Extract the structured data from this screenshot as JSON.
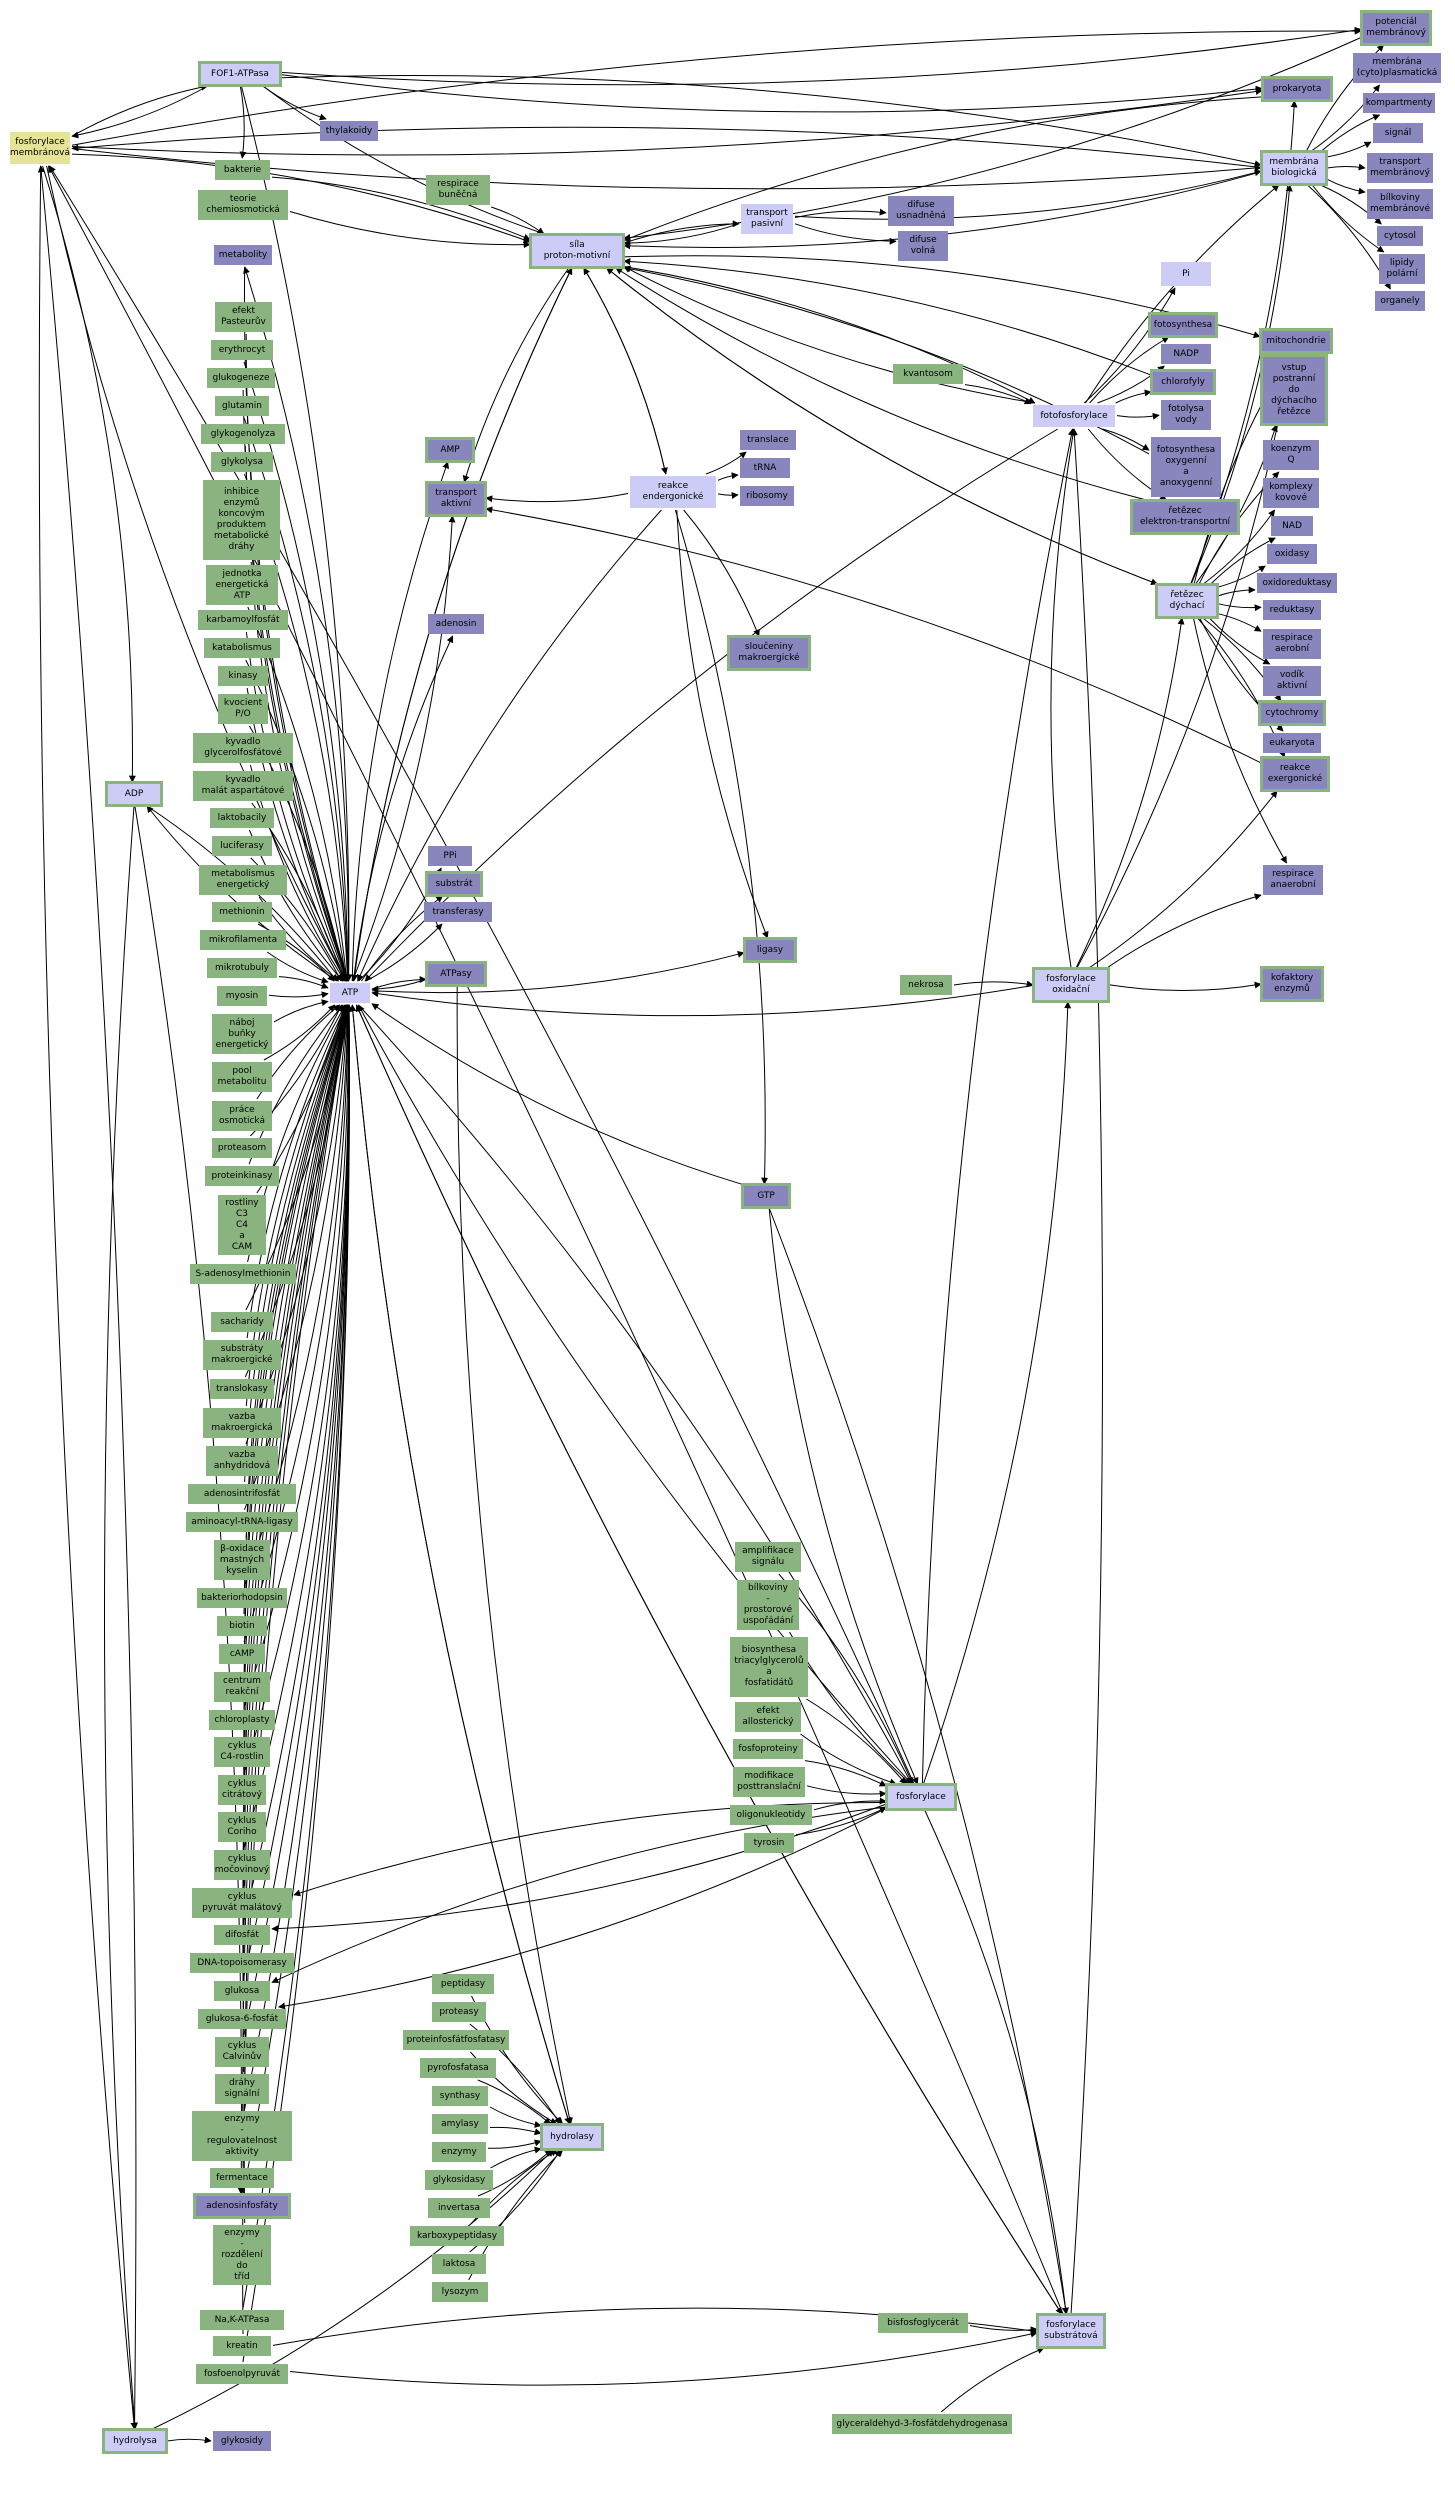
{
  "colors": {
    "green_fill": "#8ab47f",
    "purple_fill": "#8886bd",
    "lavender_fill": "#ccccf7",
    "yellow_fill": "#e4e398",
    "edge": "#000000"
  },
  "nodes": [
    {
      "id": "fm",
      "label": "fosforylace\nmembránová",
      "cls": "y"
    },
    {
      "id": "fof",
      "label": "FOF1-ATPasa",
      "cls": "l br"
    },
    {
      "id": "thy",
      "label": "thylakoidy",
      "cls": "p"
    },
    {
      "id": "bak",
      "label": "bakterie",
      "cls": "g"
    },
    {
      "id": "tch",
      "label": "teorie\nchemiosmotická",
      "cls": "g"
    },
    {
      "id": "met",
      "label": "metabolity",
      "cls": "p"
    },
    {
      "id": "efp",
      "label": "efekt\nPasteurův",
      "cls": "g"
    },
    {
      "id": "ery",
      "label": "erythrocyt",
      "cls": "g"
    },
    {
      "id": "glk",
      "label": "glukogeneze",
      "cls": "g"
    },
    {
      "id": "glu",
      "label": "glutamin",
      "cls": "g"
    },
    {
      "id": "gly",
      "label": "glykogenolyza",
      "cls": "g"
    },
    {
      "id": "gls",
      "label": "glykolysa",
      "cls": "g"
    },
    {
      "id": "inh",
      "label": "inhibice\nenzymů\nkoncovým\nproduktem\nmetabolické\ndráhy",
      "cls": "g"
    },
    {
      "id": "jen",
      "label": "jednotka\nenergetická\nATP",
      "cls": "g"
    },
    {
      "id": "kar",
      "label": "karbamoylfosfát",
      "cls": "g"
    },
    {
      "id": "kat",
      "label": "katabolismus",
      "cls": "g"
    },
    {
      "id": "kin",
      "label": "kinasy",
      "cls": "g"
    },
    {
      "id": "kvo",
      "label": "kvocient\nP/O",
      "cls": "g"
    },
    {
      "id": "kvg",
      "label": "kyvadlo\nglycerolfosfátové",
      "cls": "g"
    },
    {
      "id": "kvm",
      "label": "kyvadlo\nmalát aspartátové",
      "cls": "g"
    },
    {
      "id": "adp",
      "label": "ADP",
      "cls": "l br"
    },
    {
      "id": "lak",
      "label": "laktobacily",
      "cls": "g"
    },
    {
      "id": "luc",
      "label": "luciferasy",
      "cls": "g"
    },
    {
      "id": "mte",
      "label": "metabolismus\nenergetický",
      "cls": "g"
    },
    {
      "id": "mth",
      "label": "methionin",
      "cls": "g"
    },
    {
      "id": "mfl",
      "label": "mikrofilamenta",
      "cls": "g"
    },
    {
      "id": "mtu",
      "label": "mikrotubuly",
      "cls": "g"
    },
    {
      "id": "myo",
      "label": "myosin",
      "cls": "g"
    },
    {
      "id": "nab",
      "label": "náboj\nbuňky\nenergetický",
      "cls": "g"
    },
    {
      "id": "poo",
      "label": "pool\nmetabolitu",
      "cls": "g"
    },
    {
      "id": "pra",
      "label": "práce\nosmotická",
      "cls": "g"
    },
    {
      "id": "prs",
      "label": "proteasom",
      "cls": "g"
    },
    {
      "id": "prk",
      "label": "proteinkinasy",
      "cls": "g"
    },
    {
      "id": "ros",
      "label": "rostliny\nC3\nC4\na\nCAM",
      "cls": "g"
    },
    {
      "id": "sam",
      "label": "S-adenosylmethionin",
      "cls": "g"
    },
    {
      "id": "sac",
      "label": "sacharidy",
      "cls": "g"
    },
    {
      "id": "sub",
      "label": "substráty\nmakroergické",
      "cls": "g"
    },
    {
      "id": "trl",
      "label": "translokasy",
      "cls": "g"
    },
    {
      "id": "vzm",
      "label": "vazba\nmakroergická",
      "cls": "g"
    },
    {
      "id": "vza",
      "label": "vazba\nanhydridová",
      "cls": "g"
    },
    {
      "id": "atf",
      "label": "adenosintrifosfát",
      "cls": "g"
    },
    {
      "id": "aat",
      "label": "aminoacyl-tRNA-ligasy",
      "cls": "g"
    },
    {
      "id": "box",
      "label": "β-oxidace\nmastných\nkyselin",
      "cls": "g"
    },
    {
      "id": "brh",
      "label": "bakteriorhodopsin",
      "cls": "g"
    },
    {
      "id": "bio",
      "label": "biotin",
      "cls": "g"
    },
    {
      "id": "cmp",
      "label": "cAMP",
      "cls": "g"
    },
    {
      "id": "cen",
      "label": "centrum\nreakční",
      "cls": "g"
    },
    {
      "id": "chl",
      "label": "chloroplasty",
      "cls": "g"
    },
    {
      "id": "c4r",
      "label": "cyklus\nC4-rostlin",
      "cls": "g"
    },
    {
      "id": "cit",
      "label": "cyklus\ncitrátový",
      "cls": "g"
    },
    {
      "id": "cor",
      "label": "cyklus\nCoriho",
      "cls": "g"
    },
    {
      "id": "moc",
      "label": "cyklus\nmočovinový",
      "cls": "g"
    },
    {
      "id": "pyr",
      "label": "cyklus\npyruvát malátový",
      "cls": "g"
    },
    {
      "id": "dif",
      "label": "difosfát",
      "cls": "g"
    },
    {
      "id": "dna",
      "label": "DNA-topoisomerasy",
      "cls": "g"
    },
    {
      "id": "glc",
      "label": "glukosa",
      "cls": "g"
    },
    {
      "id": "g6p",
      "label": "glukosa-6-fosfát",
      "cls": "g"
    },
    {
      "id": "cal",
      "label": "cyklus\nCalvinův",
      "cls": "g"
    },
    {
      "id": "dra",
      "label": "dráhy\nsignální",
      "cls": "g"
    },
    {
      "id": "enr",
      "label": "enzymy\n-\nregulovatelnost\naktivity",
      "cls": "g"
    },
    {
      "id": "fer",
      "label": "fermentace",
      "cls": "g"
    },
    {
      "id": "adf",
      "label": "adenosinfosfáty",
      "cls": "p br"
    },
    {
      "id": "enz",
      "label": "enzymy\n-\nrozdělení\ndo\ntříd",
      "cls": "g"
    },
    {
      "id": "nak",
      "label": "Na,K-ATPasa",
      "cls": "g"
    },
    {
      "id": "kre",
      "label": "kreatin",
      "cls": "g"
    },
    {
      "id": "fep",
      "label": "fosfoenolpyruvát",
      "cls": "g"
    },
    {
      "id": "hyl",
      "label": "hydrolysa",
      "cls": "l br"
    },
    {
      "id": "glo",
      "label": "glykosidy",
      "cls": "p"
    },
    {
      "id": "res",
      "label": "respirace\nbuněčná",
      "cls": "g"
    },
    {
      "id": "sil",
      "label": "síla\nproton-motivní",
      "cls": "l br"
    },
    {
      "id": "amp",
      "label": "AMP",
      "cls": "p br"
    },
    {
      "id": "tra",
      "label": "transport\naktivní",
      "cls": "p br"
    },
    {
      "id": "ade",
      "label": "adenosin",
      "cls": "p"
    },
    {
      "id": "ppi",
      "label": "PPi",
      "cls": "p"
    },
    {
      "id": "sbr",
      "label": "substrát",
      "cls": "p br"
    },
    {
      "id": "trf",
      "label": "transferasy",
      "cls": "p"
    },
    {
      "id": "atp",
      "label": "ATP",
      "cls": "l"
    },
    {
      "id": "atpa",
      "label": "ATPasy",
      "cls": "p br"
    },
    {
      "id": "ren",
      "label": "reakce\nendergonické",
      "cls": "l"
    },
    {
      "id": "tpa",
      "label": "transport\npasivní",
      "cls": "l"
    },
    {
      "id": "dfu",
      "label": "difuse\nusnadněná",
      "cls": "p"
    },
    {
      "id": "dfv",
      "label": "difuse\nvolná",
      "cls": "p"
    },
    {
      "id": "trn",
      "label": "translace",
      "cls": "p"
    },
    {
      "id": "trna",
      "label": "tRNA",
      "cls": "p"
    },
    {
      "id": "rib",
      "label": "ribosomy",
      "cls": "p"
    },
    {
      "id": "slm",
      "label": "sloučeniny\nmakroergické",
      "cls": "p br"
    },
    {
      "id": "lig",
      "label": "ligasy",
      "cls": "p br"
    },
    {
      "id": "gtp",
      "label": "GTP",
      "cls": "p br"
    },
    {
      "id": "kva",
      "label": "kvantosom",
      "cls": "g"
    },
    {
      "id": "nek",
      "label": "nekrosa",
      "cls": "g"
    },
    {
      "id": "pi",
      "label": "Pi",
      "cls": "l"
    },
    {
      "id": "fot",
      "label": "fotosynthesa",
      "cls": "p br"
    },
    {
      "id": "nadp",
      "label": "NADP",
      "cls": "p"
    },
    {
      "id": "chy",
      "label": "chlorofyly",
      "cls": "p br"
    },
    {
      "id": "fff",
      "label": "fotofosforylace",
      "cls": "l"
    },
    {
      "id": "fvo",
      "label": "fotolysa\nvody",
      "cls": "p"
    },
    {
      "id": "fox",
      "label": "fotosynthesa\noxygenní\na\nanoxygenní",
      "cls": "p"
    },
    {
      "id": "ret",
      "label": "řetězec\nelektron-transportní",
      "cls": "p br"
    },
    {
      "id": "pro",
      "label": "prokaryota",
      "cls": "p br"
    },
    {
      "id": "mbi",
      "label": "membrána\nbiologická",
      "cls": "l br"
    },
    {
      "id": "mit",
      "label": "mitochondrie",
      "cls": "p br"
    },
    {
      "id": "vst",
      "label": "vstup\npostranní\ndo\ndýchacího\nřetězce",
      "cls": "p br"
    },
    {
      "id": "rdy",
      "label": "řetězec\ndýchací",
      "cls": "l br"
    },
    {
      "id": "pot",
      "label": "potenciál\nmembránový",
      "cls": "p br"
    },
    {
      "id": "mcy",
      "label": "membrána\n(cyto)plasmatická",
      "cls": "p"
    },
    {
      "id": "kom",
      "label": "kompartmenty",
      "cls": "p"
    },
    {
      "id": "sig",
      "label": "signál",
      "cls": "p"
    },
    {
      "id": "tmb",
      "label": "transport\nmembránový",
      "cls": "p"
    },
    {
      "id": "bil",
      "label": "bílkoviny\nmembránové",
      "cls": "p"
    },
    {
      "id": "cyt",
      "label": "cytosol",
      "cls": "p"
    },
    {
      "id": "lip",
      "label": "lipidy\npolární",
      "cls": "p"
    },
    {
      "id": "org",
      "label": "organely",
      "cls": "p"
    },
    {
      "id": "koq",
      "label": "koenzym\nQ",
      "cls": "p"
    },
    {
      "id": "kkv",
      "label": "komplexy\nkovové",
      "cls": "p"
    },
    {
      "id": "nad",
      "label": "NAD",
      "cls": "p"
    },
    {
      "id": "oxi",
      "label": "oxidasy",
      "cls": "p"
    },
    {
      "id": "oxr",
      "label": "oxidoreduktasy",
      "cls": "p"
    },
    {
      "id": "red",
      "label": "reduktasy",
      "cls": "p"
    },
    {
      "id": "rae",
      "label": "respirace\naerobní",
      "cls": "p"
    },
    {
      "id": "vod",
      "label": "vodík\naktivní",
      "cls": "p"
    },
    {
      "id": "cyc",
      "label": "cytochromy",
      "cls": "p br"
    },
    {
      "id": "euk",
      "label": "eukaryota",
      "cls": "p"
    },
    {
      "id": "rex",
      "label": "reakce\nexergonické",
      "cls": "p br"
    },
    {
      "id": "ran",
      "label": "respirace\nanaerobní",
      "cls": "p"
    },
    {
      "id": "kfe",
      "label": "kofaktory\nenzymů",
      "cls": "p br"
    },
    {
      "id": "fox2",
      "label": "fosforylace\noxidační",
      "cls": "l br"
    },
    {
      "id": "amf",
      "label": "amplifikace\nsignálu",
      "cls": "g"
    },
    {
      "id": "bpr",
      "label": "bílkoviny\n-\nprostorové\nuspořádání",
      "cls": "g"
    },
    {
      "id": "bst",
      "label": "biosynthesa\ntriacylglycerolů\na\nfosfatidátů",
      "cls": "g"
    },
    {
      "id": "efa",
      "label": "efekt\nallosterický",
      "cls": "g"
    },
    {
      "id": "fpr",
      "label": "fosfoproteiny",
      "cls": "g"
    },
    {
      "id": "mpo",
      "label": "modifikace\nposttranslační",
      "cls": "g"
    },
    {
      "id": "oli",
      "label": "oligonukleotidy",
      "cls": "g"
    },
    {
      "id": "tyr",
      "label": "tyrosin",
      "cls": "g"
    },
    {
      "id": "fos",
      "label": "fosforylace",
      "cls": "l br"
    },
    {
      "id": "pep",
      "label": "peptidasy",
      "cls": "g"
    },
    {
      "id": "prt",
      "label": "proteasy",
      "cls": "g"
    },
    {
      "id": "ppf",
      "label": "proteinfosfátfosfatasy",
      "cls": "g"
    },
    {
      "id": "pyf",
      "label": "pyrofosfatasa",
      "cls": "g"
    },
    {
      "id": "syn",
      "label": "synthasy",
      "cls": "g"
    },
    {
      "id": "amy",
      "label": "amylasy",
      "cls": "g"
    },
    {
      "id": "enm",
      "label": "enzymy",
      "cls": "g"
    },
    {
      "id": "gks",
      "label": "glykosidasy",
      "cls": "g"
    },
    {
      "id": "inv",
      "label": "invertasa",
      "cls": "g"
    },
    {
      "id": "kpp",
      "label": "karboxypeptidasy",
      "cls": "g"
    },
    {
      "id": "lak2",
      "label": "laktosa",
      "cls": "g"
    },
    {
      "id": "lys",
      "label": "lysozym",
      "cls": "g"
    },
    {
      "id": "hyd",
      "label": "hydrolasy",
      "cls": "l br"
    },
    {
      "id": "bfg",
      "label": "bisfosfoglycerát",
      "cls": "g"
    },
    {
      "id": "fsu",
      "label": "fosforylace\nsubstrátová",
      "cls": "l br"
    },
    {
      "id": "gld",
      "label": "glyceraldehyd-3-fosfátdehydrogenasa",
      "cls": "g"
    }
  ]
}
